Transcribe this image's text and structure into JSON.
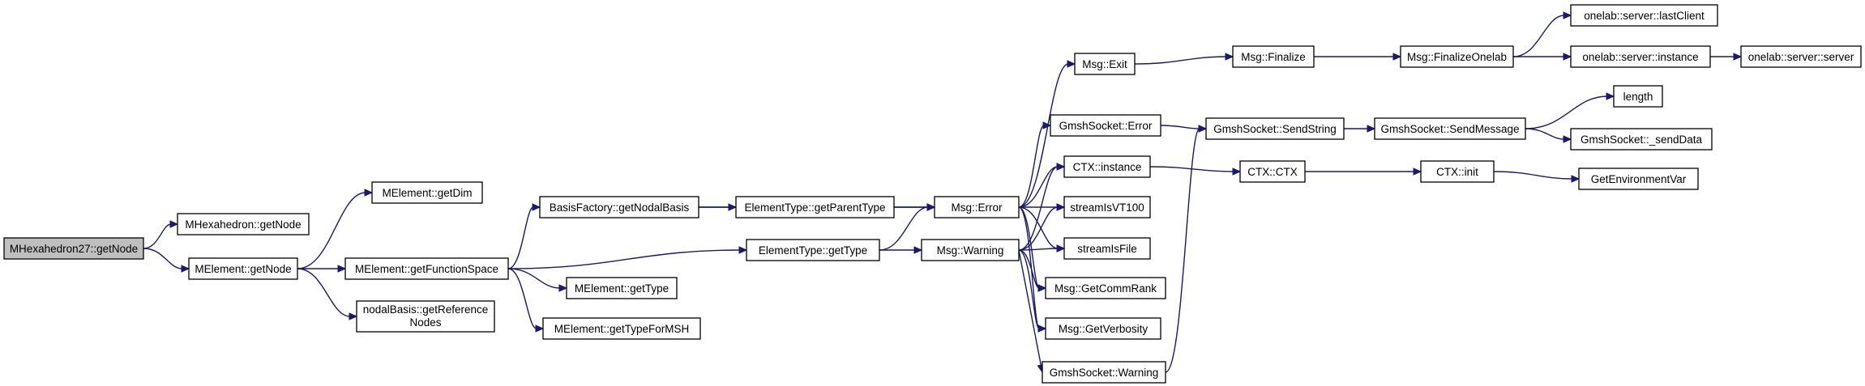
{
  "graph": {
    "nodes": [
      {
        "id": "hex27_getNode",
        "label": "MHexahedron27::getNode",
        "highlight": true
      },
      {
        "id": "hex_getNode",
        "label": "MHexahedron::getNode"
      },
      {
        "id": "mel_getNode",
        "label": "MElement::getNode"
      },
      {
        "id": "mel_getDim",
        "label": "MElement::getDim"
      },
      {
        "id": "mel_getFunctionSpace",
        "label": "MElement::getFunctionSpace"
      },
      {
        "id": "nodalBasis_getRefNodes",
        "label": "nodalBasis::getReference",
        "label2": "Nodes"
      },
      {
        "id": "bf_getNodalBasis",
        "label": "BasisFactory::getNodalBasis"
      },
      {
        "id": "mel_getType",
        "label": "MElement::getType"
      },
      {
        "id": "mel_getTypeForMSH",
        "label": "MElement::getTypeForMSH"
      },
      {
        "id": "et_getParentType",
        "label": "ElementType::getParentType"
      },
      {
        "id": "et_getType",
        "label": "ElementType::getType"
      },
      {
        "id": "msg_error",
        "label": "Msg::Error"
      },
      {
        "id": "msg_warning",
        "label": "Msg::Warning"
      },
      {
        "id": "msg_exit",
        "label": "Msg::Exit"
      },
      {
        "id": "gs_error",
        "label": "GmshSocket::Error"
      },
      {
        "id": "ctx_instance",
        "label": "CTX::instance"
      },
      {
        "id": "stream_vt100",
        "label": "streamIsVT100"
      },
      {
        "id": "stream_file",
        "label": "streamIsFile"
      },
      {
        "id": "msg_commrank",
        "label": "Msg::GetCommRank"
      },
      {
        "id": "msg_verbosity",
        "label": "Msg::GetVerbosity"
      },
      {
        "id": "gs_warning",
        "label": "GmshSocket::Warning"
      },
      {
        "id": "msg_finalize",
        "label": "Msg::Finalize"
      },
      {
        "id": "gs_sendstring",
        "label": "GmshSocket::SendString"
      },
      {
        "id": "ctx_ctx",
        "label": "CTX::CTX"
      },
      {
        "id": "msg_finalizeonelab",
        "label": "Msg::FinalizeOnelab"
      },
      {
        "id": "gs_sendmessage",
        "label": "GmshSocket::SendMessage"
      },
      {
        "id": "ctx_init",
        "label": "CTX::init"
      },
      {
        "id": "ol_lastclient",
        "label": "onelab::server::lastClient"
      },
      {
        "id": "ol_instance",
        "label": "onelab::server::instance"
      },
      {
        "id": "ol_server",
        "label": "onelab::server::server"
      },
      {
        "id": "length",
        "label": "length"
      },
      {
        "id": "gs_senddata",
        "label": "GmshSocket::_sendData"
      },
      {
        "id": "getenvvar",
        "label": "GetEnvironmentVar"
      }
    ],
    "colors": {
      "edge": "#191970",
      "node_border": "#000000",
      "node_fill": "#ffffff",
      "highlight_fill": "#bfbfbf"
    }
  }
}
